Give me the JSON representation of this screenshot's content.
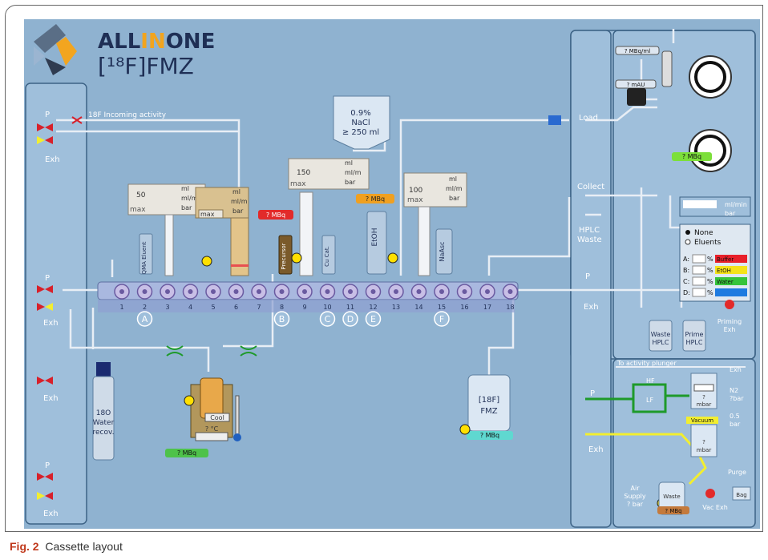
{
  "header": {
    "brand_prefix": "ALL",
    "brand_in": "IN",
    "brand_suffix": "ONE",
    "product": "[¹⁸F]FMZ"
  },
  "caption": {
    "label": "Fig. 2",
    "text": "Cassette layout"
  },
  "left_column": {
    "p_label": "P",
    "exh_label": "Exh",
    "incoming": "18F Incoming activity"
  },
  "saline": {
    "line1": "0.9%",
    "line2": "NaCl",
    "line3": "≥ 250 ml"
  },
  "syringes": [
    {
      "vol": "50",
      "max": "max",
      "u1": "ml",
      "u2": "ml/m",
      "u3": "bar"
    },
    {
      "vol": "",
      "max": "max",
      "u1": "ml",
      "u2": "ml/m",
      "u3": "bar"
    },
    {
      "vol": "150",
      "max": "max",
      "u1": "ml",
      "u2": "ml/m",
      "u3": "bar"
    },
    {
      "vol": "100",
      "max": "max",
      "u1": "ml",
      "u2": "ml/m",
      "u3": "bar"
    }
  ],
  "activity_badges": {
    "mbq": "? MBq",
    "mbq_ml": "? MBq/ml",
    "mau": "? mAU"
  },
  "vials": {
    "qma": "QMA Eluent",
    "precursor": "Precursor",
    "cu": "Cu Cat.",
    "etoh": "EtOH",
    "naasc": "NaAsc"
  },
  "manifold_numbers": [
    "1",
    "2",
    "3",
    "4",
    "5",
    "6",
    "7",
    "8",
    "9",
    "10",
    "11",
    "12",
    "13",
    "14",
    "15",
    "16",
    "17",
    "18"
  ],
  "position_letters": [
    "A",
    "B",
    "C",
    "D",
    "E",
    "F"
  ],
  "reactor": {
    "cool": "Cool",
    "temp": "? °C"
  },
  "water_recovery": {
    "l1": "18O",
    "l2": "Water",
    "l3": "recov."
  },
  "product_vial": {
    "l1": "[18F]",
    "l2": "FMZ"
  },
  "hplc": {
    "load": "Load",
    "collect": "Collect",
    "waste_l1": "HPLC",
    "waste_l2": "Waste",
    "flow_unit": "ml/min",
    "bar": "bar",
    "none": "None",
    "eluents": "Eluents",
    "rows": [
      {
        "id": "A:",
        "pct": "%",
        "name": "Buffer",
        "color": "#e8202a"
      },
      {
        "id": "B:",
        "pct": "%",
        "name": "EtOH",
        "color": "#f5e31a"
      },
      {
        "id": "C:",
        "pct": "%",
        "name": "Water",
        "color": "#36c43a"
      },
      {
        "id": "D:",
        "pct": "%",
        "name": "",
        "color": "#1e7be0"
      }
    ],
    "waste_bottle_l1": "Waste",
    "waste_bottle_l2": "HPLC",
    "prime_bottle_l1": "Prime",
    "prime_bottle_l2": "HPLC",
    "priming_l1": "Priming",
    "priming_l2": "Exh"
  },
  "gas": {
    "to_plunger": "To activity plunger",
    "hf": "HF",
    "lf": "LF",
    "mbar": "mbar",
    "q": "?",
    "exh": "Exh",
    "n2": "N2",
    "qbar": "?bar",
    "half_bar": "0.5",
    "bar": "bar",
    "vacuum": "Vacuum",
    "purge": "Purge",
    "bag": "Bag",
    "waste": "Waste",
    "vac_exh": "Vac Exh",
    "air_l1": "Air",
    "air_l2": "Supply",
    "air_l3": "? bar"
  },
  "colors": {
    "panel": "#8fb2d0",
    "tube": "#e8eef5",
    "valve_red": "#d8202a",
    "badge_green": "#4ec24a",
    "badge_orange": "#f0a020",
    "badge_red": "#e22a2a",
    "line_green": "#1e9a2a",
    "line_yellow": "#f2ee30"
  }
}
